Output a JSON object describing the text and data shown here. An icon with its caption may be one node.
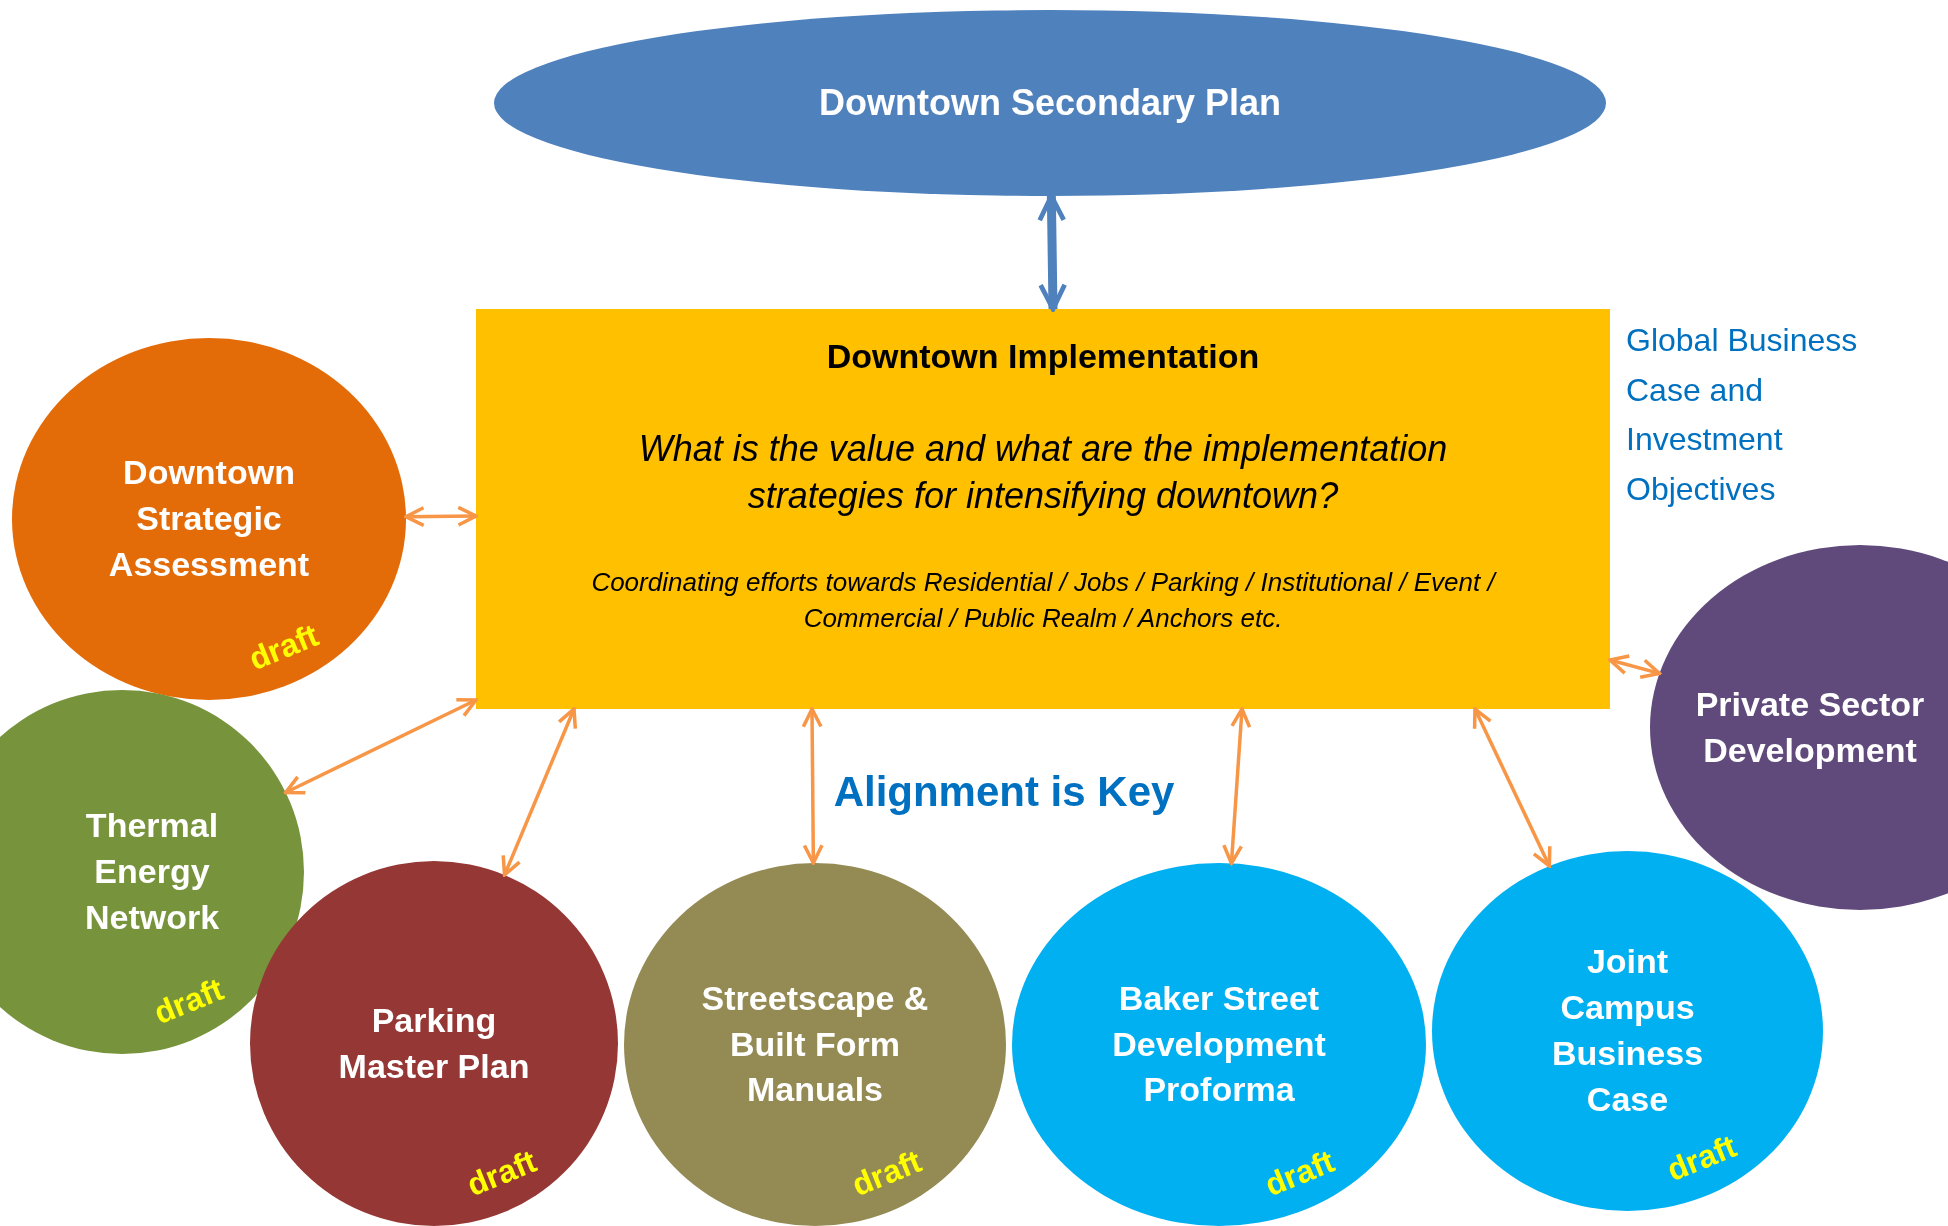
{
  "diagram": {
    "nodes": [
      {
        "text": [
          "Downtown Secondary Plan"
        ]
      },
      {
        "text": [
          "Downtown Implementation",
          "What is the value and what are the implementation strategies for intensifying downtown?",
          "Coordinating efforts towards Residential / Jobs / Parking / Institutional / Event / Commercial / Public Realm / Anchors etc."
        ]
      },
      {
        "text": [
          "Downtown Strategic Assessment",
          "draft"
        ]
      },
      {
        "text": [
          "Thermal Energy Network",
          "draft"
        ]
      },
      {
        "text": [
          "Parking Master Plan",
          "draft"
        ]
      },
      {
        "text": [
          "Streetscape & Built Form Manuals",
          "draft"
        ]
      },
      {
        "text": [
          "Baker Street Development Proforma",
          "draft"
        ]
      },
      {
        "text": [
          "Joint Campus Business Case",
          "draft"
        ]
      },
      {
        "text": [
          "Private Sector Development"
        ]
      }
    ],
    "edges": [
      {
        "from": 0,
        "to": 1,
        "arrow": "both",
        "style": "thick",
        "color": "#4f81bd"
      },
      {
        "from": 2,
        "to": 1,
        "arrow": "both"
      },
      {
        "from": 3,
        "to": 1,
        "arrow": "both"
      },
      {
        "from": 4,
        "to": 1,
        "arrow": "both"
      },
      {
        "from": 5,
        "to": 1,
        "arrow": "both"
      },
      {
        "from": 6,
        "to": 1,
        "arrow": "both"
      },
      {
        "from": 7,
        "to": 1,
        "arrow": "both"
      },
      {
        "from": 8,
        "to": 1,
        "arrow": "both"
      }
    ],
    "labels": [
      "Global Business Case and Investment Objectives",
      "Alignment is Key"
    ]
  }
}
